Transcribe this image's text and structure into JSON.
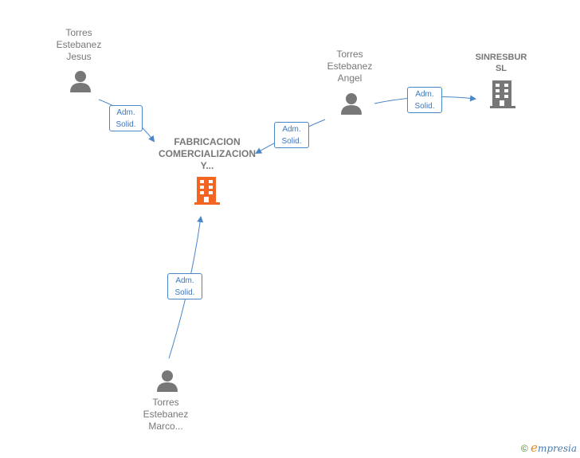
{
  "nodes": {
    "company_main": {
      "lines": [
        "FABRICACION",
        "COMERCIALIZACION",
        "Y..."
      ],
      "color": "#f26522"
    },
    "company_sinresbur": {
      "lines": [
        "SINRESBUR",
        "SL"
      ],
      "color": "#777777"
    },
    "person_jesus": {
      "lines": [
        "Torres",
        "Estebanez",
        "Jesus"
      ]
    },
    "person_angel": {
      "lines": [
        "Torres",
        "Estebanez",
        "Angel"
      ]
    },
    "person_marco": {
      "lines": [
        "Torres",
        "Estebanez",
        "Marco..."
      ]
    }
  },
  "relations": [
    {
      "id": "rel_jesus",
      "lines": [
        "Adm.",
        "Solid."
      ]
    },
    {
      "id": "rel_angel_main",
      "lines": [
        "Adm.",
        "Solid."
      ]
    },
    {
      "id": "rel_angel_sinresbur",
      "lines": [
        "Adm.",
        "Solid."
      ]
    },
    {
      "id": "rel_marco",
      "lines": [
        "Adm.",
        "Solid."
      ]
    }
  ],
  "footer": {
    "copyright_symbol": "©",
    "brand_first": "e",
    "brand_rest": "mpresia"
  },
  "colors": {
    "edge": "#4a86c8",
    "person": "#777777",
    "main_company": "#f26522",
    "other_company": "#777777"
  }
}
